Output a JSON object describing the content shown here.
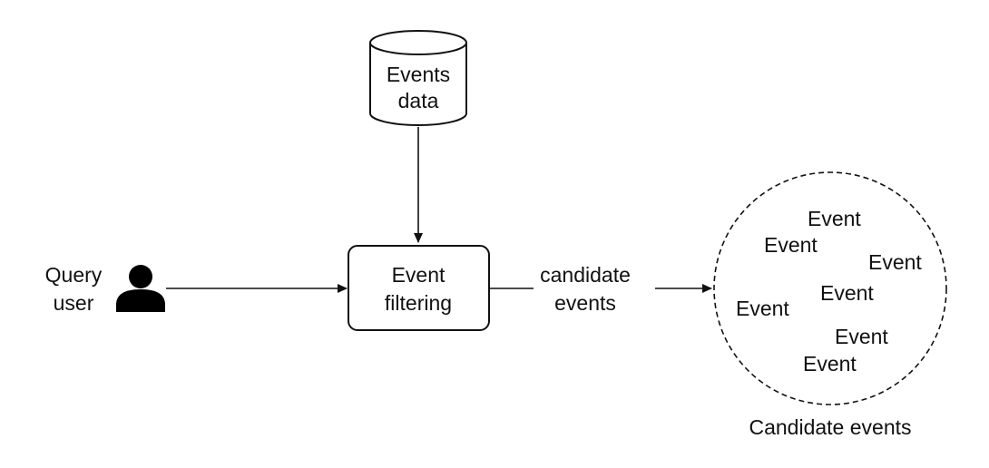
{
  "database": {
    "line1": "Events",
    "line2": "data"
  },
  "query_user": {
    "line1": "Query",
    "line2": "user",
    "icon": "person-icon"
  },
  "filter_box": {
    "line1": "Event",
    "line2": "filtering"
  },
  "edge_label": {
    "line1": "candidate",
    "line2": "events"
  },
  "candidate_pool": {
    "items": [
      "Event",
      "Event",
      "Event",
      "Event",
      "Event",
      "Event",
      "Event"
    ],
    "caption": "Candidate events"
  },
  "colors": {
    "stroke": "#111111",
    "background": "#ffffff"
  }
}
